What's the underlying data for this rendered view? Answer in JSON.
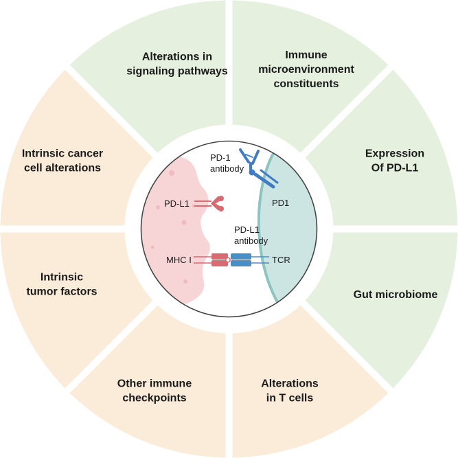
{
  "colors": {
    "green_segment": "#e5f0df",
    "orange_segment": "#fbecd9",
    "cancer_cell": "#f7d5d6",
    "cancer_cell_dots": "#eebcc0",
    "t_cell": "#cce5e3",
    "t_cell_border": "#8cc4c0",
    "pdl1_red": "#d86a72",
    "antibody_blue": "#3f7cc4",
    "tcr_blue": "#4a8ec6",
    "circle_border": "#444444"
  },
  "segments": [
    {
      "id": "signaling",
      "lines": [
        "Alterations in",
        "signaling pathways"
      ]
    },
    {
      "id": "immune-micro",
      "lines": [
        "Immune",
        "microenvironment",
        "constituents"
      ]
    },
    {
      "id": "pdl1-expr",
      "lines": [
        "Expression",
        "Of PD-L1"
      ]
    },
    {
      "id": "gut",
      "lines": [
        "Gut microbiome"
      ]
    },
    {
      "id": "tcells",
      "lines": [
        "Alterations",
        "in T cells"
      ]
    },
    {
      "id": "checkpoints",
      "lines": [
        "Other immune",
        "checkpoints"
      ]
    },
    {
      "id": "tumor",
      "lines": [
        "Intrinsic",
        "tumor factors"
      ]
    },
    {
      "id": "cancer-cell",
      "lines": [
        "Intrinsic cancer",
        "cell alterations"
      ]
    }
  ],
  "center": {
    "pd1_antibody": [
      "PD-1",
      "antibody"
    ],
    "pd1": "PD1",
    "pdl1": "PD-L1",
    "pdl1_antibody": [
      "PD-L1",
      "antibody"
    ],
    "mhc": "MHC I",
    "tcr": "TCR"
  }
}
